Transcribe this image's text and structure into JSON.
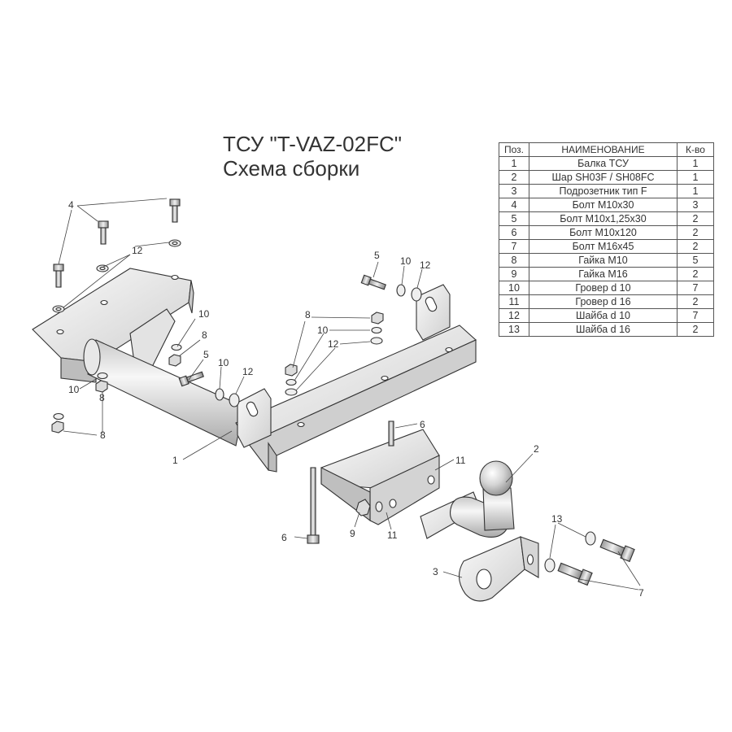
{
  "title": {
    "line1": "ТСУ \"T-VAZ-02FC\"",
    "line2": "Схема сборки"
  },
  "table": {
    "headers": [
      "Поз.",
      "НАИМЕНОВАНИЕ",
      "К-во"
    ],
    "rows": [
      [
        "1",
        "Балка ТСУ",
        "1"
      ],
      [
        "2",
        "Шар SH03F / SH08FC",
        "1"
      ],
      [
        "3",
        "Подрозетник тип F",
        "1"
      ],
      [
        "4",
        "Болт М10х30",
        "3"
      ],
      [
        "5",
        "Болт М10х1,25х30",
        "2"
      ],
      [
        "6",
        "Болт М10х120",
        "2"
      ],
      [
        "7",
        "Болт М16х45",
        "2"
      ],
      [
        "8",
        "Гайка  М10",
        "5"
      ],
      [
        "9",
        "Гайка  М16",
        "2"
      ],
      [
        "10",
        "Гровер d 10",
        "7"
      ],
      [
        "11",
        "Гровер d 16",
        "2"
      ],
      [
        "12",
        "Шайба d 10",
        "7"
      ],
      [
        "13",
        "Шайба d 16",
        "2"
      ]
    ]
  },
  "callouts": {
    "beam": "1",
    "ball": "2",
    "socket_plate": "3",
    "bolt_m10x30": "4",
    "bolt_m10x125x30": "5",
    "bolt_m10x120": "6",
    "bolt_m16x45": "7",
    "nut_m10": "8",
    "nut_m16": "9",
    "grover_d10": "10",
    "grover_d16": "11",
    "washer_d10": "12",
    "washer_d16": "13"
  },
  "colors": {
    "metal_light": "#f4f4f4",
    "metal_mid": "#d8d8d8",
    "metal_dark": "#a8a8a8",
    "outline": "#333333"
  }
}
